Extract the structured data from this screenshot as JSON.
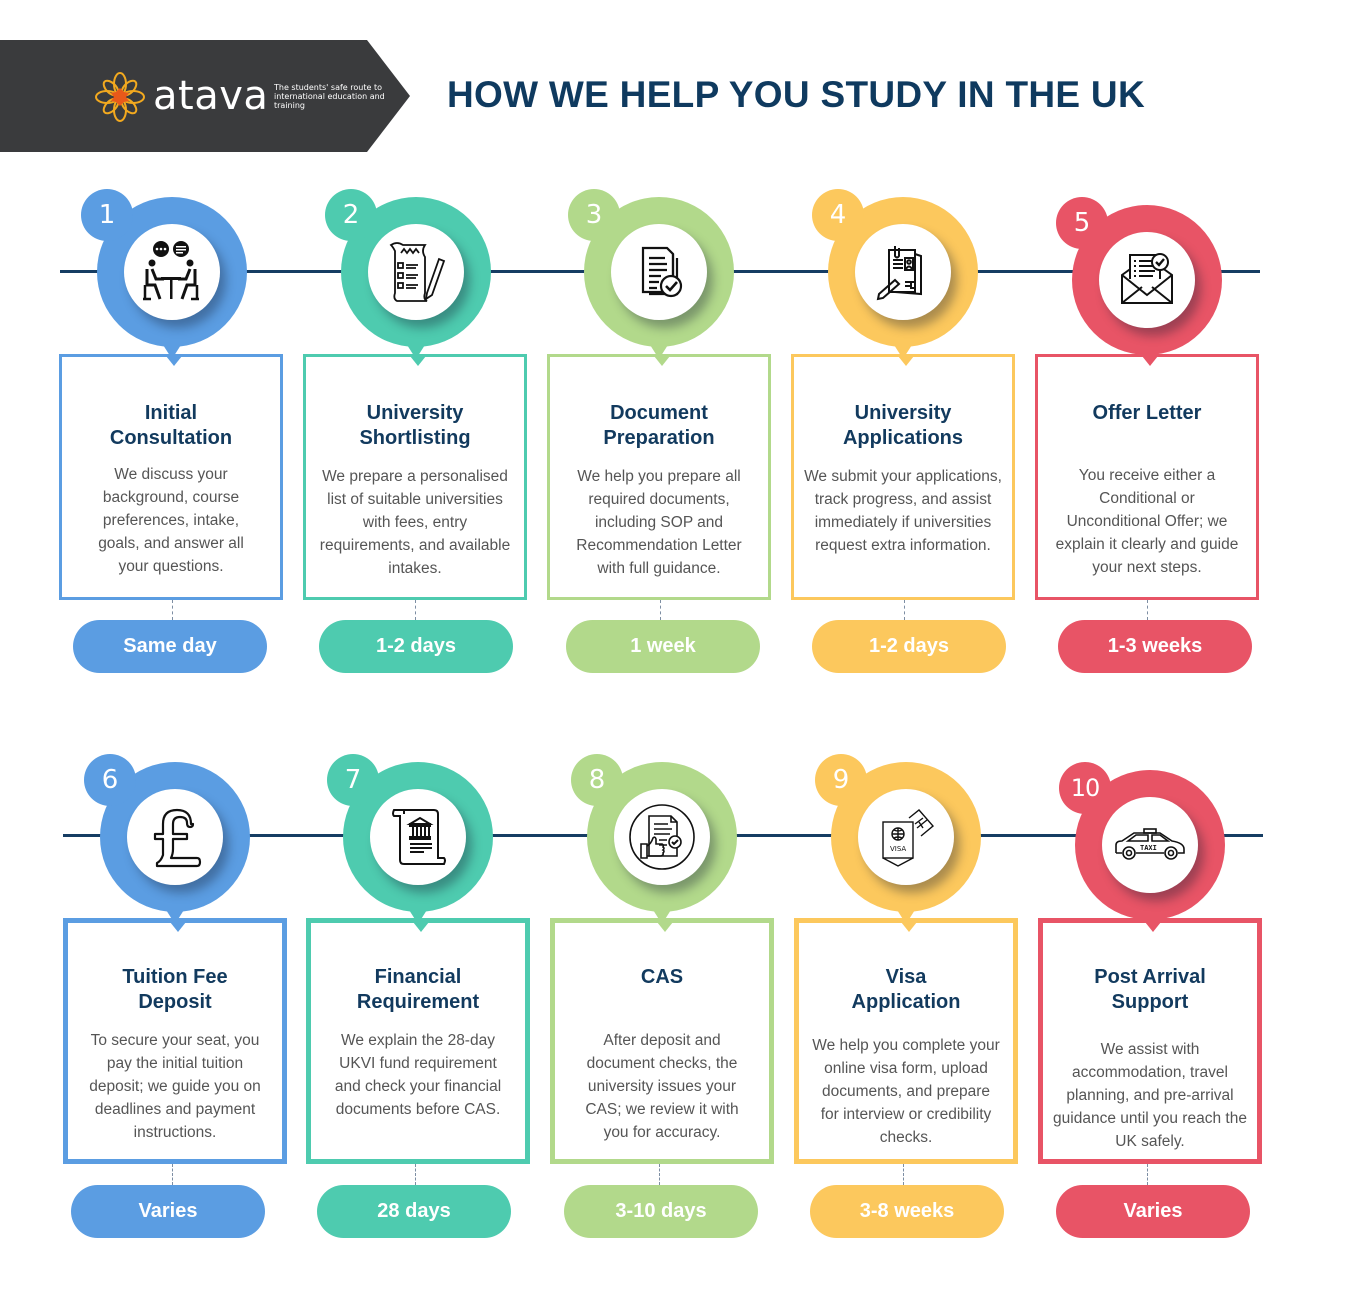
{
  "header": {
    "brand_name": "atava",
    "brand_tagline": "The students' safe route to international education and training",
    "title": "HOW WE HELP YOU STUDY IN THE UK",
    "banner_color": "#3a3b3d",
    "logo_colors": {
      "outline": "#f2a91f",
      "center": "#e8591a"
    },
    "title_color": "#0f3a5f"
  },
  "colors": {
    "blue": "#5b9de2",
    "teal": "#4ecbaf",
    "green": "#b2d98b",
    "yellow": "#fcc85d",
    "red": "#e85466",
    "line": "#163d63"
  },
  "steps": [
    {
      "number": "1",
      "title": "Initial Consultation",
      "description": "We discuss your background, course preferences, intake, goals, and answer all your questions.",
      "duration": "Same day",
      "icon": "meeting-icon",
      "color": "#5b9de2"
    },
    {
      "number": "2",
      "title": "University Shortlisting",
      "description": "We prepare a personalised list of suitable universities with fees, entry requirements, and available intakes.",
      "duration": "1-2 days",
      "icon": "checklist-icon",
      "color": "#4ecbaf"
    },
    {
      "number": "3",
      "title": "Document Preparation",
      "description": "We help you prepare all required documents, including SOP and Recommendation Letter with full guidance.",
      "duration": "1 week",
      "icon": "documents-check-icon",
      "color": "#b2d98b"
    },
    {
      "number": "4",
      "title": "University Applications",
      "description": "We submit your applications, track progress, and assist immediately if universities request extra information.",
      "duration": "1-2 days",
      "icon": "application-form-icon",
      "color": "#fcc85d"
    },
    {
      "number": "5",
      "title": "Offer Letter",
      "description": "You receive either a Conditional or Unconditional Offer; we explain it clearly and guide your next steps.",
      "duration": "1-3 weeks",
      "icon": "envelope-letter-icon",
      "color": "#e85466"
    },
    {
      "number": "6",
      "title": "Tuition Fee Deposit",
      "description": "To secure your seat, you pay the initial tuition deposit; we guide you on deadlines and payment instructions.",
      "duration": "Varies",
      "icon": "pound-sign-icon",
      "color": "#5b9de2"
    },
    {
      "number": "7",
      "title": "Financial Requirement",
      "description": "We explain the 28-day UKVI fund requirement and check your financial documents before CAS.",
      "duration": "28 days",
      "icon": "bank-statement-icon",
      "color": "#4ecbaf"
    },
    {
      "number": "8",
      "title": "CAS",
      "description": "After deposit and document checks, the university issues your CAS; we review it with you for accuracy.",
      "duration": "3-10 days",
      "icon": "approved-document-icon",
      "color": "#b2d98b"
    },
    {
      "number": "9",
      "title": "Visa Application",
      "description": "We help you complete your online visa form, upload documents, and prepare for interview or credibility checks.",
      "duration": "3-8 weeks",
      "icon": "visa-passport-icon",
      "color": "#fcc85d"
    },
    {
      "number": "10",
      "title": "Post Arrival Support",
      "description": "We assist with accommodation, travel planning, and pre-arrival guidance until you reach the UK safely.",
      "duration": "Varies",
      "icon": "taxi-icon",
      "color": "#e85466"
    }
  ]
}
